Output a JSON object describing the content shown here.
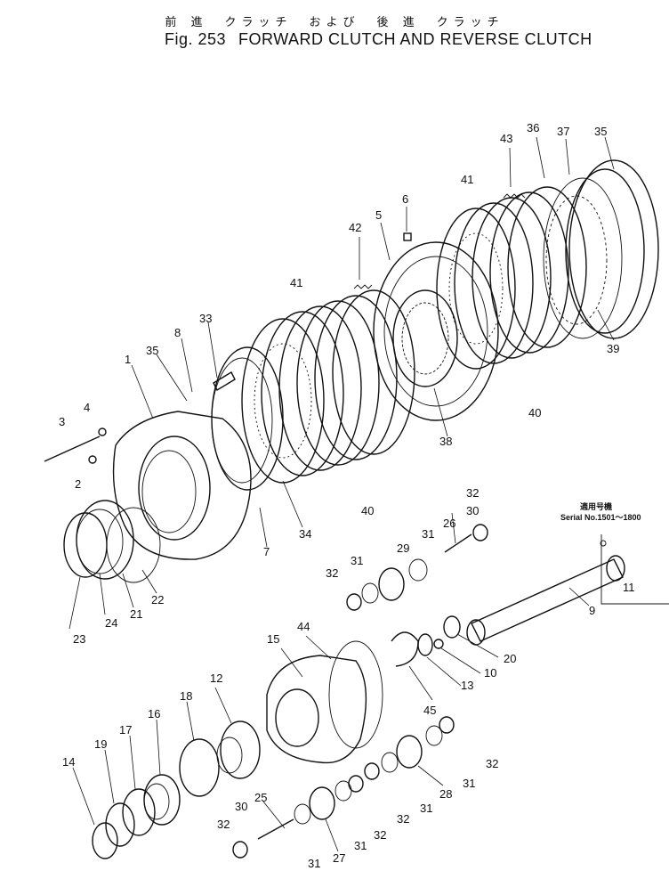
{
  "header": {
    "jp_title": "前 進　クラッチ　および　後 進　クラッチ",
    "fig_label": "Fig. 253",
    "title": "FORWARD CLUTCH AND REVERSE CLUTCH"
  },
  "serial_note": {
    "jp_label": "適用号機",
    "serial": "Serial No.1501～1800",
    "part": "11"
  },
  "callouts": {
    "c1": "1",
    "c2": "2",
    "c3": "3",
    "c4": "4",
    "c5": "5",
    "c6": "6",
    "c7": "7",
    "c8": "8",
    "c9": "9",
    "c10": "10",
    "c12": "12",
    "c13": "13",
    "c14": "14",
    "c15": "15",
    "c16": "16",
    "c17": "17",
    "c18": "18",
    "c19": "19",
    "c20": "20",
    "c21": "21",
    "c22": "22",
    "c23": "23",
    "c24": "24",
    "c25": "25",
    "c26": "26",
    "c27": "27",
    "c28": "28",
    "c29": "29",
    "c30a": "30",
    "c30b": "30",
    "c31a": "31",
    "c31b": "31",
    "c31c": "31",
    "c31d": "31",
    "c31e": "31",
    "c31f": "31",
    "c32a": "32",
    "c32b": "32",
    "c32c": "32",
    "c32d": "32",
    "c32e": "32",
    "c32f": "32",
    "c33": "33",
    "c34": "34",
    "c35a": "35",
    "c35b": "35",
    "c36": "36",
    "c37": "37",
    "c38": "38",
    "c39": "39",
    "c40a": "40",
    "c40b": "40",
    "c41a": "41",
    "c41b": "41",
    "c42": "42",
    "c43": "43",
    "c44": "44",
    "c45": "45"
  }
}
